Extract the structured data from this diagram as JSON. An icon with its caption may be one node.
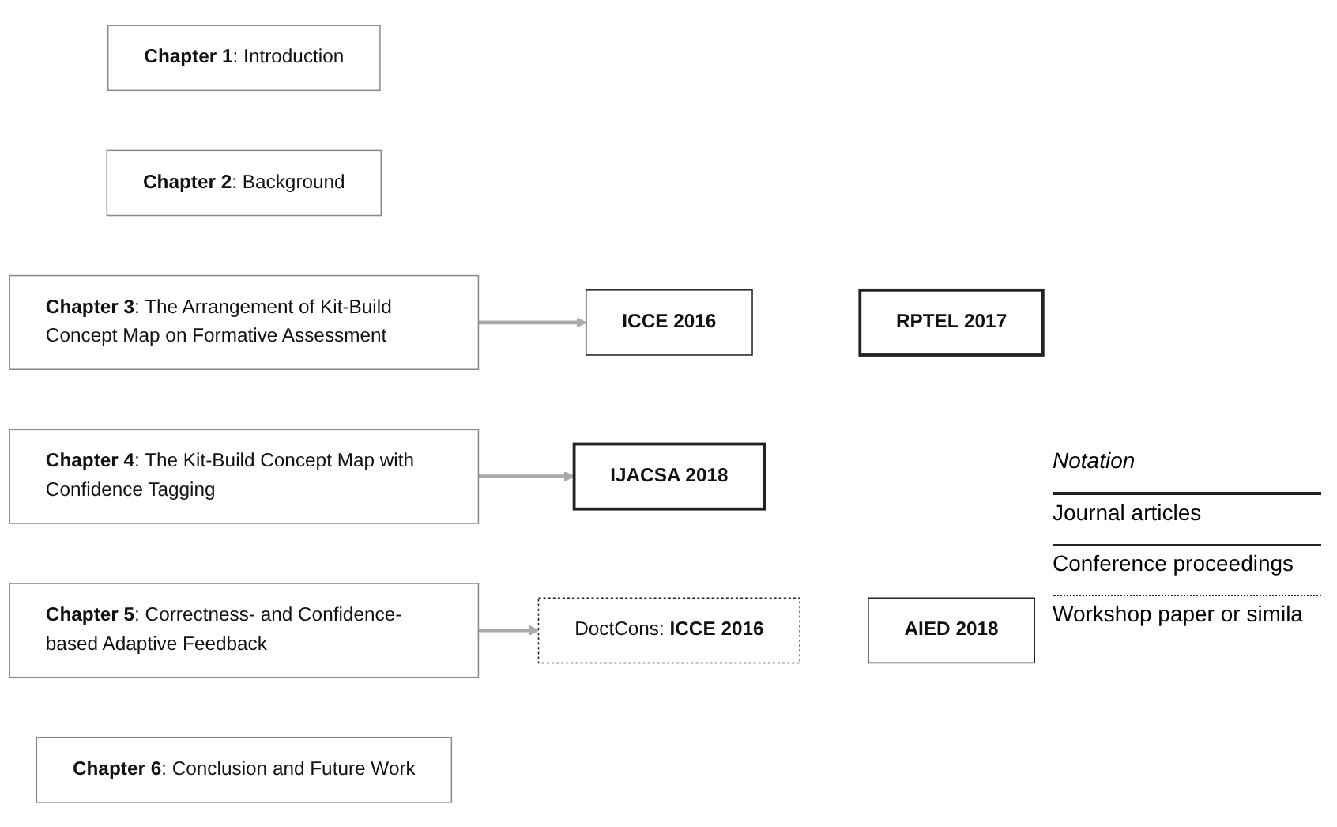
{
  "diagram": {
    "nodes": [
      {
        "text": [
          "**Chapter 1**: Introduction"
        ]
      },
      {
        "text": [
          "**Chapter 2**: Background"
        ]
      },
      {
        "text": [
          "**Chapter 3**: The Arrangement of Kit-Build Concept Map on Formative Assessment"
        ]
      },
      {
        "text": [
          "**Chapter 4**: The Kit-Build Concept Map with Confidence Tagging"
        ]
      },
      {
        "text": [
          "**Chapter 5**: Correctness- and Confidence-based Adaptive Feedback"
        ]
      },
      {
        "text": [
          "**Chapter 6**: Conclusion and Future Work"
        ]
      },
      {
        "text": [
          "ICCE 2016"
        ]
      },
      {
        "text": [
          "RPTEL 2017"
        ]
      },
      {
        "text": [
          "IJACSA 2018"
        ]
      },
      {
        "text": [
          "DoctCons: **ICCE 2016**"
        ]
      },
      {
        "text": [
          "AIED 2018"
        ]
      }
    ],
    "edges": [
      {
        "from": 2,
        "to": 6,
        "arrow": "to"
      },
      {
        "from": 3,
        "to": 8,
        "arrow": "to"
      },
      {
        "from": 4,
        "to": 9,
        "arrow": "to"
      }
    ],
    "labels": [
      "Notation"
    ],
    "legend": [
      {
        "text": "Journal articles"
      },
      {
        "text": "Conference proceedings"
      },
      {
        "text": "Workshop paper or simila"
      }
    ]
  }
}
